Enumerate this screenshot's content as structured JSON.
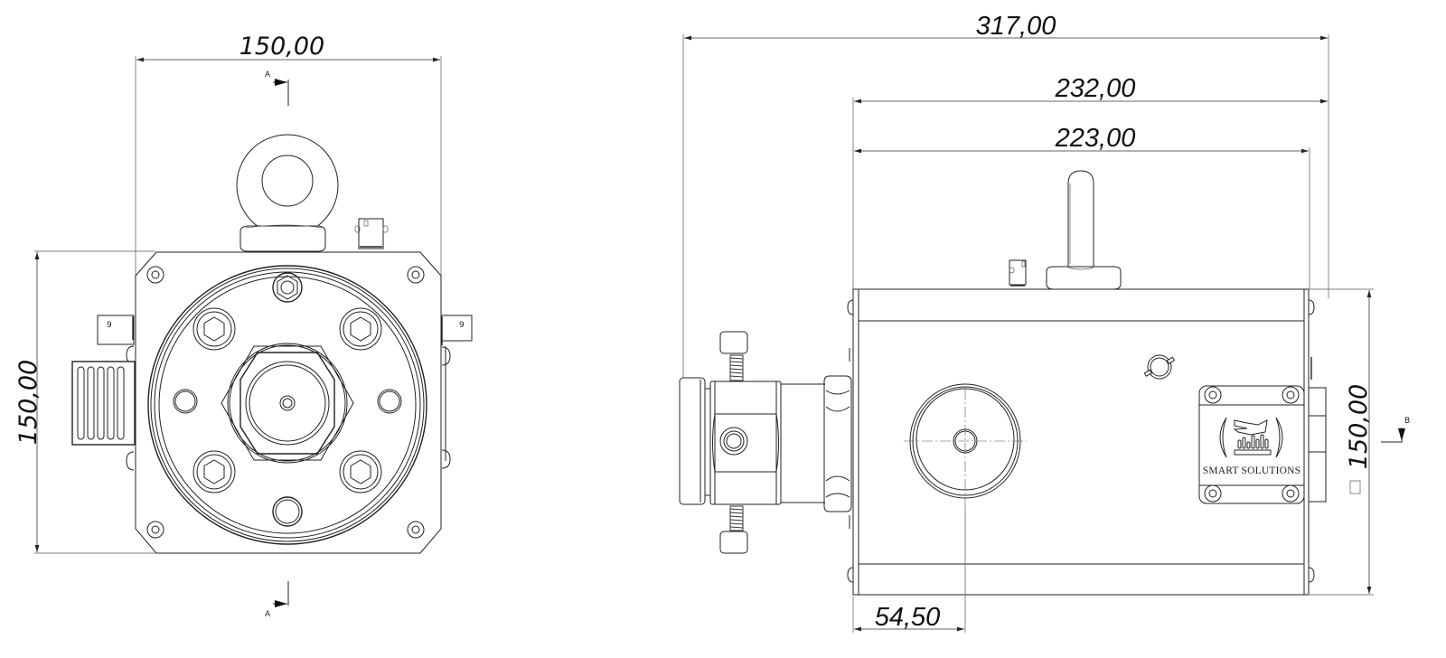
{
  "drawing": {
    "type": "technical-orthographic-drawing",
    "units_decimal_separator": ",",
    "line_color": "#222222",
    "background": "#ffffff"
  },
  "front_view": {
    "dimensions": {
      "width": {
        "value": "150,00",
        "orientation": "horizontal"
      },
      "height": {
        "value": "150,00",
        "orientation": "vertical"
      }
    },
    "section_markers": {
      "top": {
        "label": "A"
      },
      "bottom": {
        "label": "A"
      }
    },
    "connector_left_label": "9",
    "connector_right_label": "9",
    "components": [
      "eye-bolt",
      "connector",
      "flange-plate",
      "hex-nut",
      "socket-cap-screws",
      "cooling-fins"
    ]
  },
  "side_view": {
    "dimensions": {
      "overall_length": {
        "value": "317,00",
        "orientation": "horizontal"
      },
      "body_length": {
        "value": "232,00",
        "orientation": "horizontal"
      },
      "housing_length": {
        "value": "223,00",
        "orientation": "horizontal"
      },
      "face_offset": {
        "value": "54,50",
        "orientation": "horizontal"
      },
      "square_section": {
        "value": "150,00",
        "symbol": "□",
        "orientation": "vertical"
      }
    },
    "section_markers": {
      "right": {
        "label": "B"
      }
    },
    "nameplate": {
      "brand": "SMART SOLUTIONS"
    },
    "components": [
      "eye-bolt",
      "connector",
      "housing",
      "clamp-block",
      "thumb-screws",
      "hex-fitting",
      "magnet-face",
      "nameplate"
    ]
  }
}
